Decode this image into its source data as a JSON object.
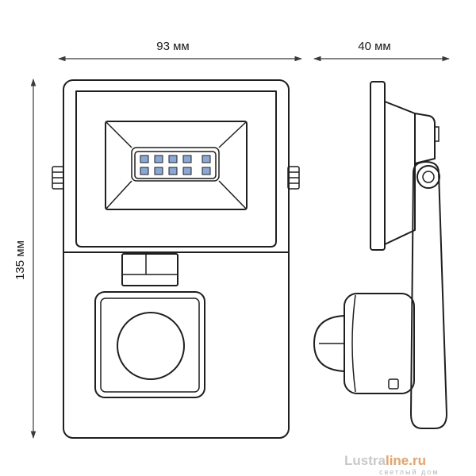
{
  "dimensions": {
    "width": "93 мм",
    "depth": "40 мм",
    "height": "135 мм"
  },
  "watermark": {
    "brand_part1": "Lustra",
    "brand_part2": "line.ru",
    "tagline": "светлый дом",
    "colors": {
      "part1": "#c9c9c9",
      "part2": "#f0a060"
    }
  }
}
